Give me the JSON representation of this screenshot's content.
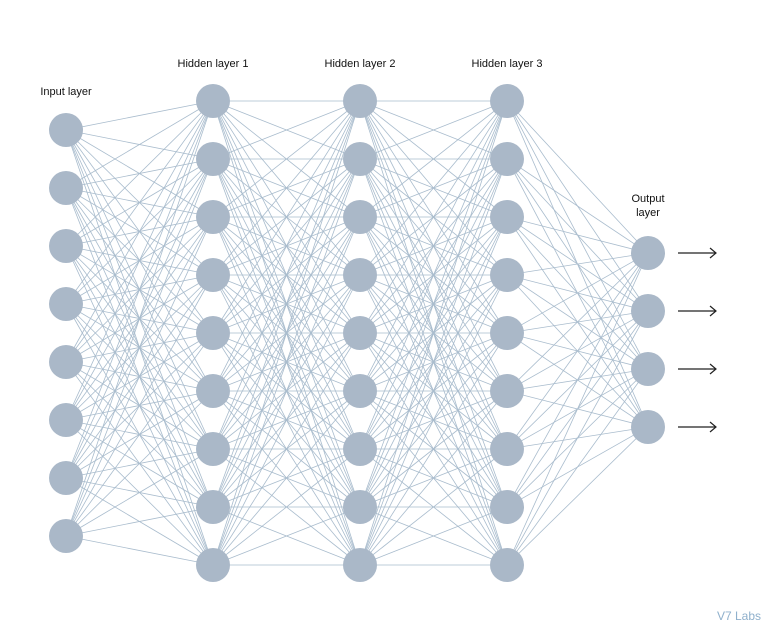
{
  "diagram": {
    "layers": [
      {
        "label": "Input layer",
        "neurons": 8
      },
      {
        "label": "Hidden layer 1",
        "neurons": 9
      },
      {
        "label": "Hidden layer 2",
        "neurons": 9
      },
      {
        "label": "Hidden layer 3",
        "neurons": 9
      },
      {
        "label": "Output layer",
        "neurons": 4,
        "label_lines": [
          "Output",
          "layer"
        ]
      }
    ],
    "output_arrows": 4,
    "colors": {
      "neuron": "#aab8c8",
      "connection": "#a9bccd",
      "arrow": "#222222",
      "watermark": "#8fb0cc"
    }
  },
  "watermark": "V7 Labs"
}
